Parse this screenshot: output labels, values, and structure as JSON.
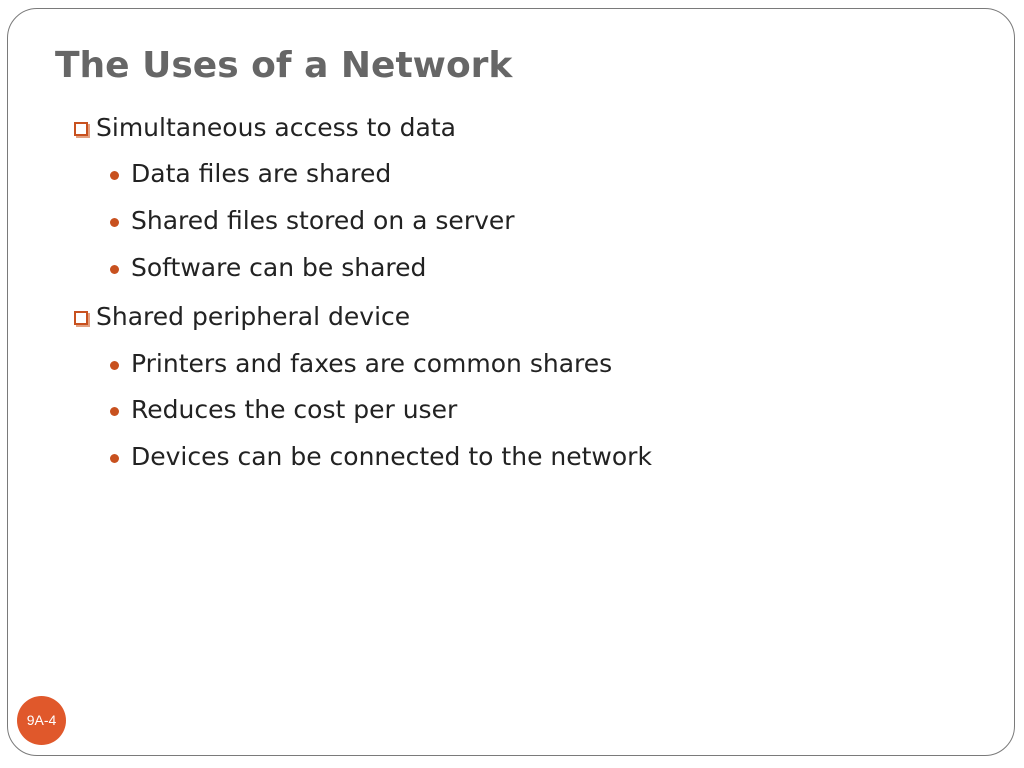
{
  "slide": {
    "title": "The Uses of a Network",
    "slide_number": "9A-4",
    "accent_color": "#c8511f",
    "sections": [
      {
        "heading": "Simultaneous access to data",
        "heading_icon": "checkbox-bullet-icon",
        "bullets": [
          "Data files are shared",
          "Shared files stored on a server",
          "Software can be shared"
        ]
      },
      {
        "heading": "Shared peripheral device",
        "heading_icon": "checkbox-bullet-icon",
        "bullets": [
          "Printers and faxes are common shares",
          "Reduces the cost per user",
          "Devices can be connected to the network"
        ]
      }
    ]
  }
}
